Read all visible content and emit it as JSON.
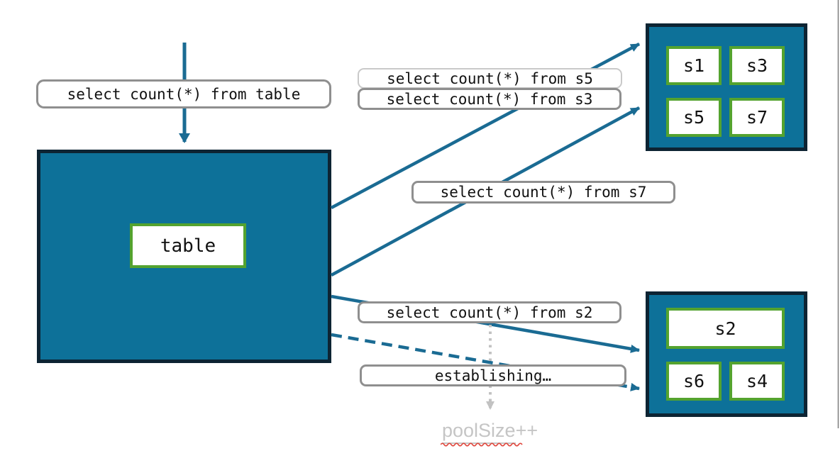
{
  "queries": {
    "table": "select count(*) from table",
    "s5": "select count(*) from s5",
    "s3": "select count(*) from s3",
    "s7": "select count(*) from s7",
    "s2": "select count(*) from s2"
  },
  "status": {
    "establishing": "establishing…",
    "pool_size_word": "poolSize",
    "pool_size_suffix": "++"
  },
  "main_box": {
    "label": "table"
  },
  "shards": {
    "top": [
      "s1",
      "s3",
      "s5",
      "s7"
    ],
    "bottom_wide": "s2",
    "bottom": [
      "s6",
      "s4"
    ]
  },
  "icons": {
    "arrows": [
      "arrow-down-into-table",
      "arrow-table-to-top-shards-upper",
      "arrow-table-to-top-shards-lower",
      "arrow-table-to-s2",
      "arrow-dashed-establishing",
      "arrow-dotted-poolsize"
    ]
  },
  "colors": {
    "box_fill": "#0d7199",
    "box_border": "#0d2433",
    "shard_border": "#54a32f",
    "arrow_teal": "#1a6b93",
    "label_border": "#8f8f8f",
    "label_border_light": "#c9c9c9",
    "muted_gray": "#c5c5c5",
    "dotted_gray": "#c2c2c2",
    "squiggle_red": "#e0473d",
    "page_edge_gray": "#7d7d7d"
  }
}
